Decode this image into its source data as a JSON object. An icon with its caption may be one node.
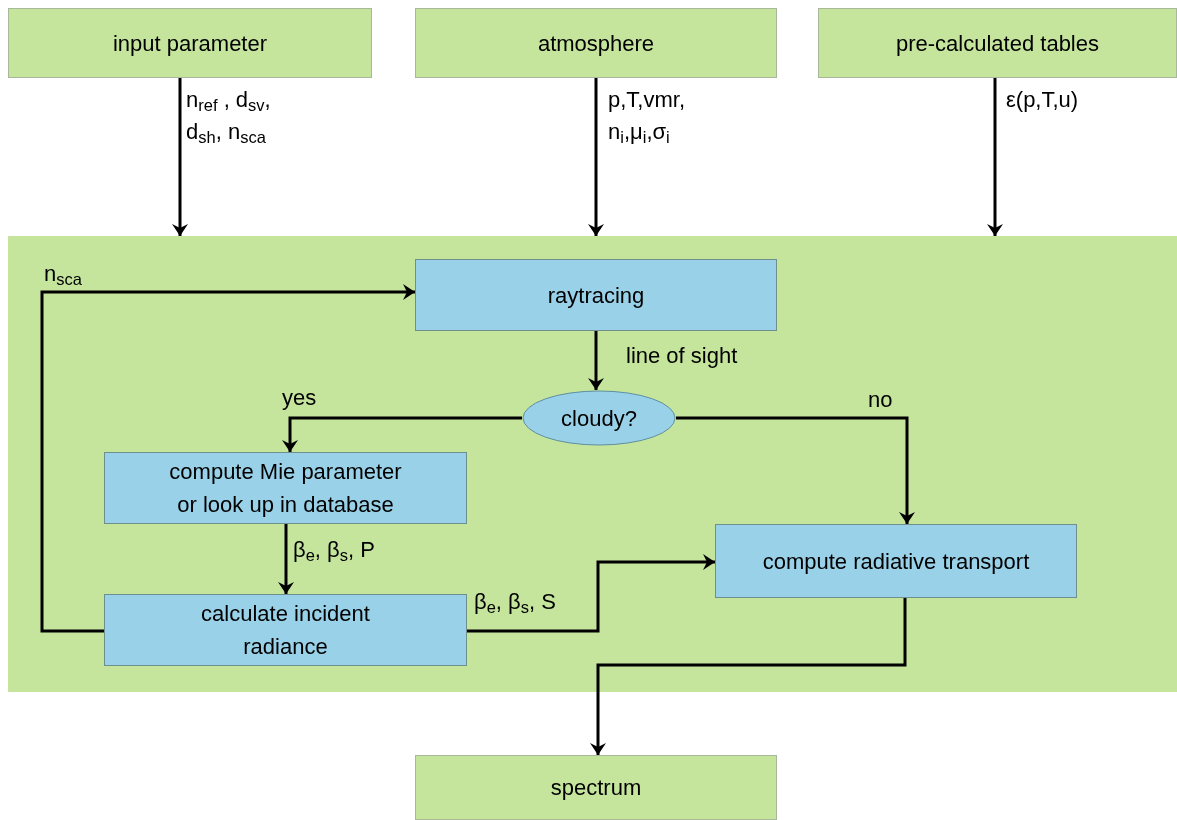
{
  "diagram": {
    "nodes": [
      {
        "text": [
          "input parameter"
        ]
      },
      {
        "text": [
          "atmosphere"
        ]
      },
      {
        "text": [
          "pre-calculated tables"
        ]
      },
      {
        "text": [],
        "shape": "box"
      },
      {
        "text": [
          "raytracing"
        ],
        "in": 3
      },
      {
        "text": [
          "cloudy?"
        ],
        "in": 3
      },
      {
        "text": [
          "compute Mie parameter or look up in database"
        ],
        "in": 3
      },
      {
        "text": [
          "compute radiative transport"
        ],
        "in": 3
      },
      {
        "text": [
          "calculate incident radiance"
        ],
        "in": 3
      },
      {
        "text": [
          "spectrum"
        ]
      }
    ],
    "edges": [
      {
        "from": 0,
        "to": 3,
        "arrow": "to",
        "label": "n$_{ref}$ , d$_{sv}$, d$_{sh}$, n$_{sca}$"
      },
      {
        "from": 1,
        "to": 3,
        "arrow": "to",
        "label": "p,T,vmr, n$_{i}$,μ$_{i}$,σ$_{i}$"
      },
      {
        "from": 2,
        "to": 3,
        "arrow": "to",
        "label": "ε(p,T,u)"
      },
      {
        "from": 8,
        "to": 4,
        "arrow": "to",
        "label": "n$_{sca}$"
      },
      {
        "from": 4,
        "to": 5,
        "arrow": "to",
        "label": "line of sight"
      },
      {
        "from": 5,
        "to": 6,
        "arrow": "to",
        "label": "yes"
      },
      {
        "from": 5,
        "to": 7,
        "arrow": "to",
        "label": "no"
      },
      {
        "from": 6,
        "to": 8,
        "arrow": "to",
        "label": "β$_{e}$, β$_{s}$, P"
      },
      {
        "from": 8,
        "to": 7,
        "arrow": "to",
        "label": "β$_{e}$, β$_{s}$, S"
      },
      {
        "from": 7,
        "to": 9,
        "arrow": "to"
      }
    ]
  }
}
